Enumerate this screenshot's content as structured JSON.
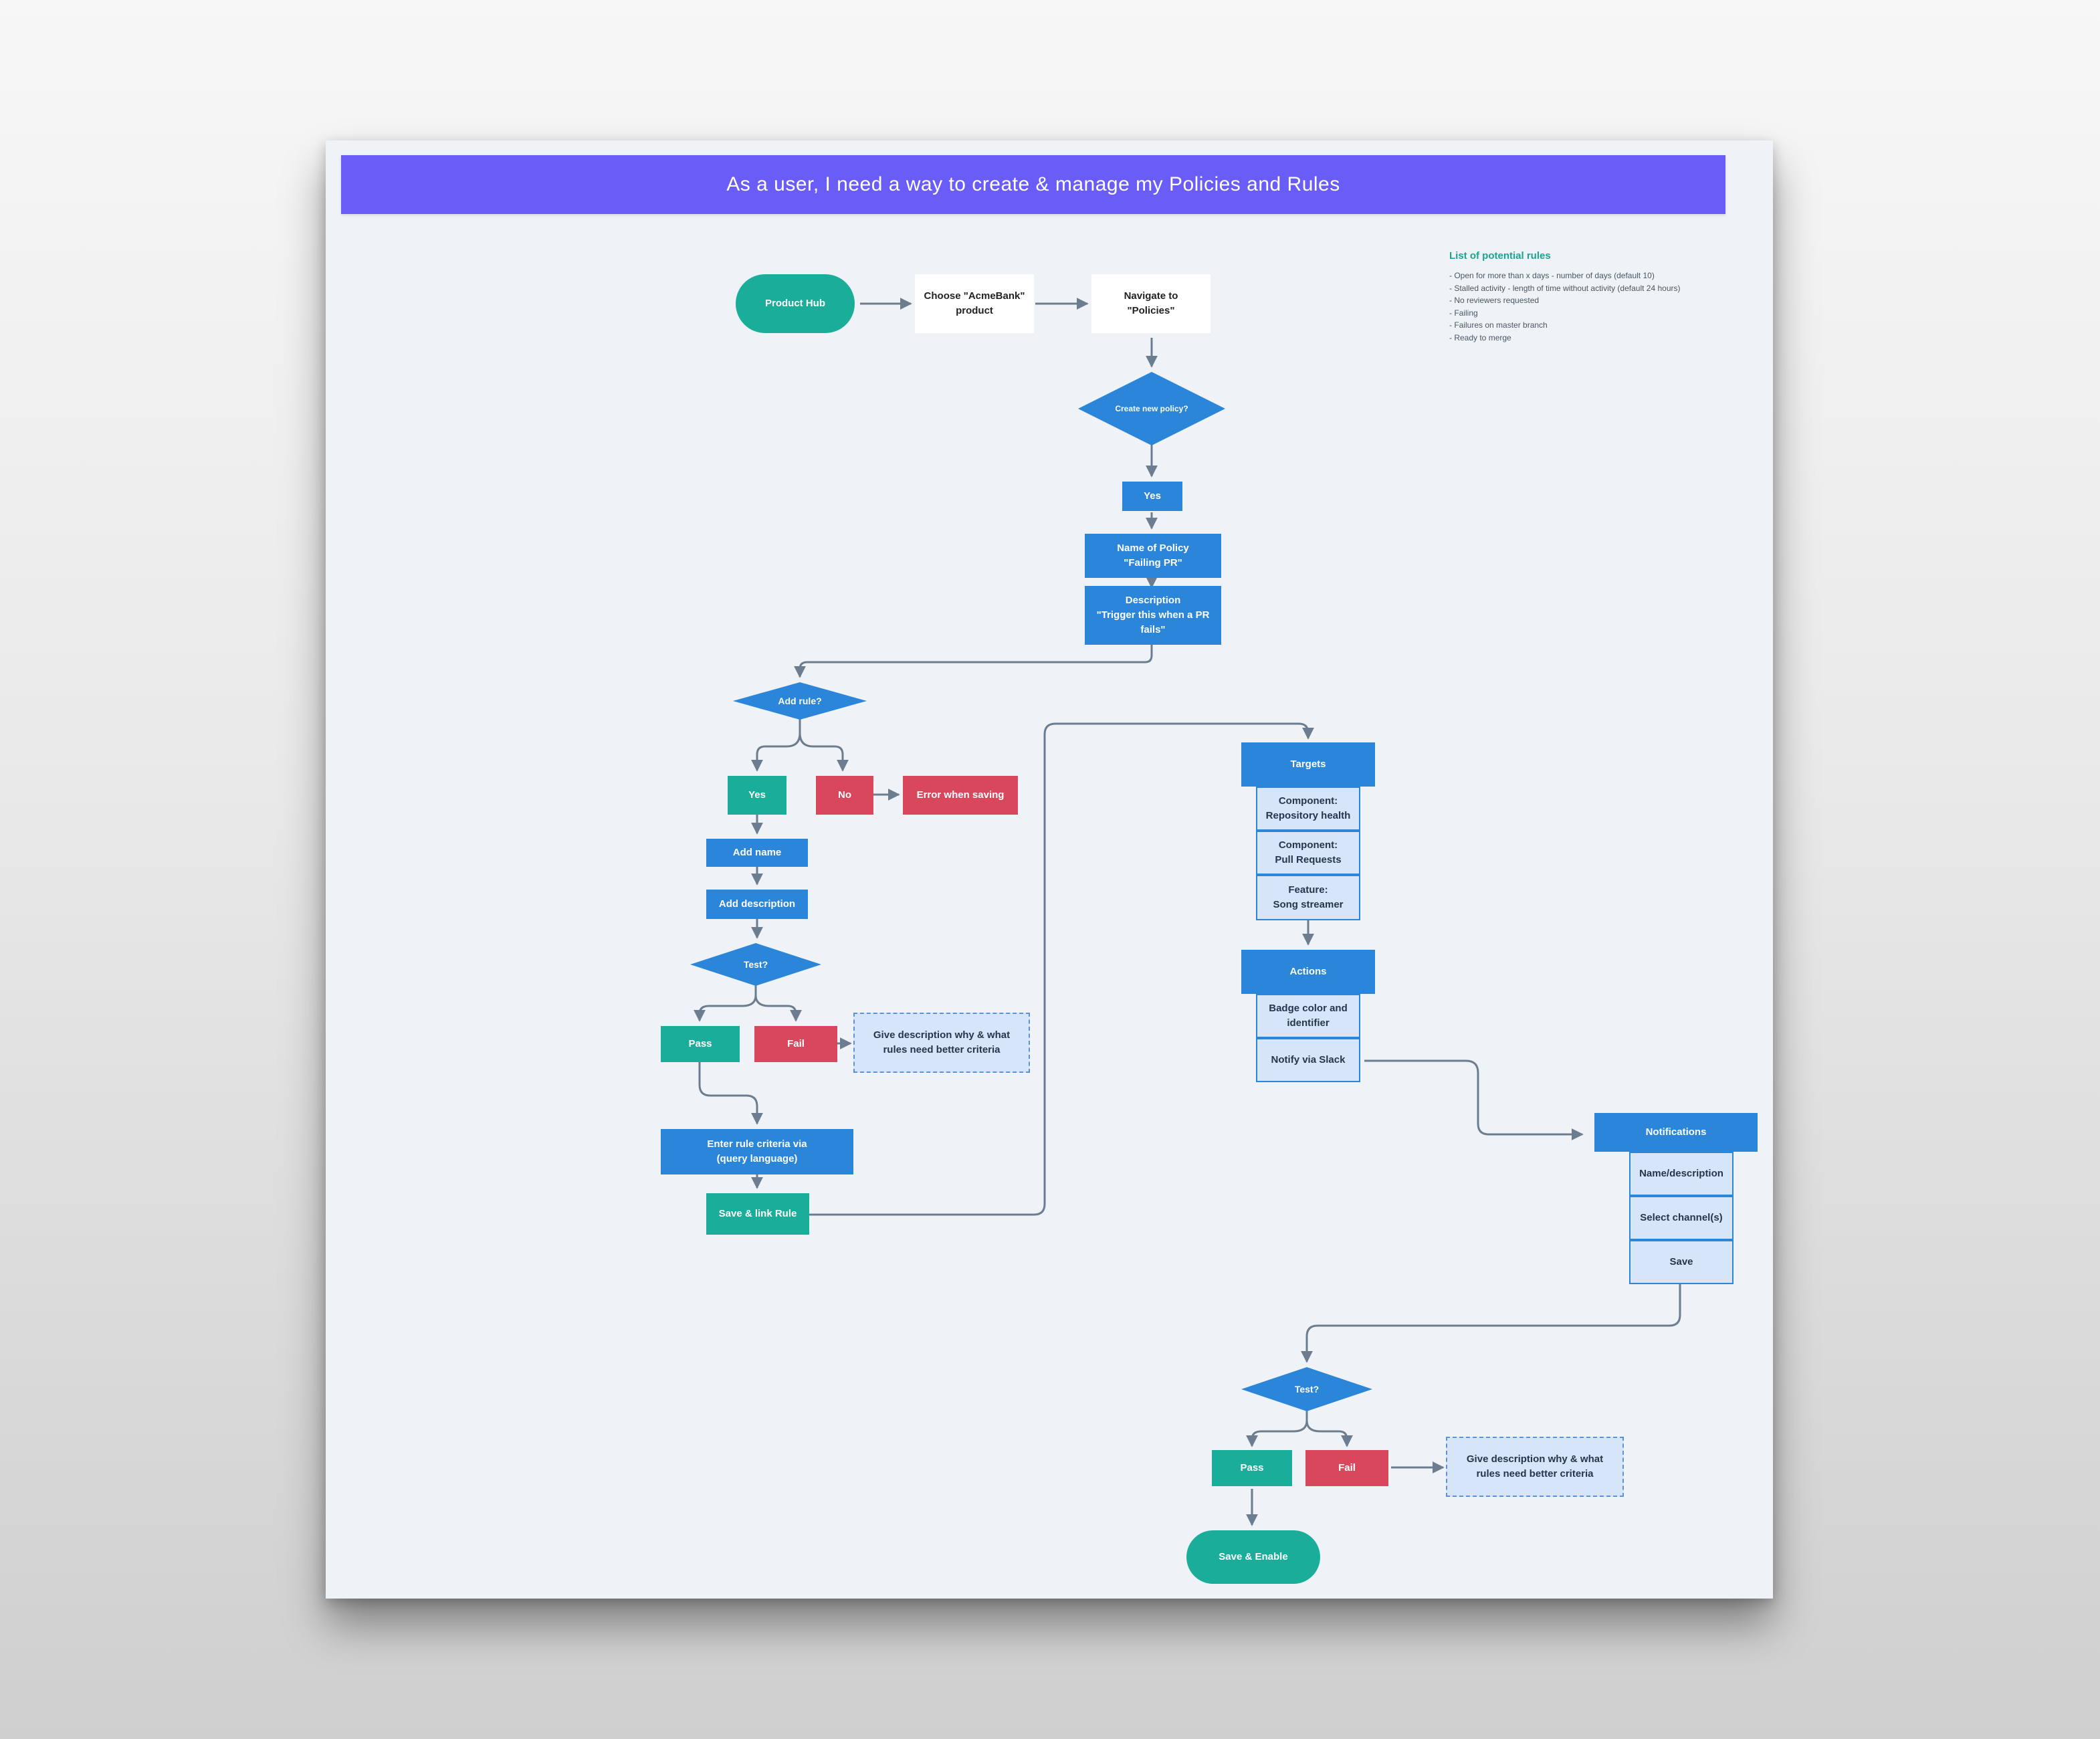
{
  "title": "As a user, I need a way to create & manage my Policies and Rules",
  "notes": {
    "heading": "List of potential rules",
    "items": [
      "- Open for more than x days - number of days (default 10)",
      "- Stalled activity - length of time without activity (default 24 hours)",
      "- No reviewers requested",
      "- Failing",
      "- Failures on master branch",
      "- Ready to merge"
    ]
  },
  "nodes": {
    "product_hub": "Product Hub",
    "choose_product": "Choose \"AcmeBank\"\nproduct",
    "navigate_policies": "Navigate to\n\"Policies\"",
    "create_policy_q": "Create new policy?",
    "yes_1": "Yes",
    "name_policy": "Name of Policy\n\"Failing PR\"",
    "description": "Description\n\"Trigger this when a PR\nfails\"",
    "add_rule_q": "Add rule?",
    "yes_2": "Yes",
    "no_1": "No",
    "error_saving": "Error when saving",
    "add_name": "Add name",
    "add_description": "Add description",
    "test_q_1": "Test?",
    "pass_1": "Pass",
    "fail_1": "Fail",
    "give_desc_1": "Give description why & what\nrules need better criteria",
    "enter_criteria": "Enter rule criteria via\n(query language)",
    "save_link_rule": "Save & link Rule",
    "targets": "Targets",
    "comp_repo_health": "Component:\nRepository health",
    "comp_pull_requests": "Component:\nPull Requests",
    "feature_song": "Feature:\nSong streamer",
    "actions": "Actions",
    "badge_color": "Badge color and\nidentifier",
    "notify_slack": "Notify via Slack",
    "notifications": "Notifications",
    "name_description": "Name/description",
    "select_channels": "Select channel(s)",
    "save": "Save",
    "test_q_2": "Test?",
    "pass_2": "Pass",
    "fail_2": "Fail",
    "give_desc_2": "Give description why & what\nrules need better criteria",
    "save_enable": "Save & Enable"
  },
  "colors": {
    "title_bar": "#6a5cf6",
    "blue": "#2b86da",
    "teal": "#1aad9a",
    "red": "#d9475d",
    "light_blue": "#d6e6f8",
    "connector": "#6b7d8f"
  }
}
